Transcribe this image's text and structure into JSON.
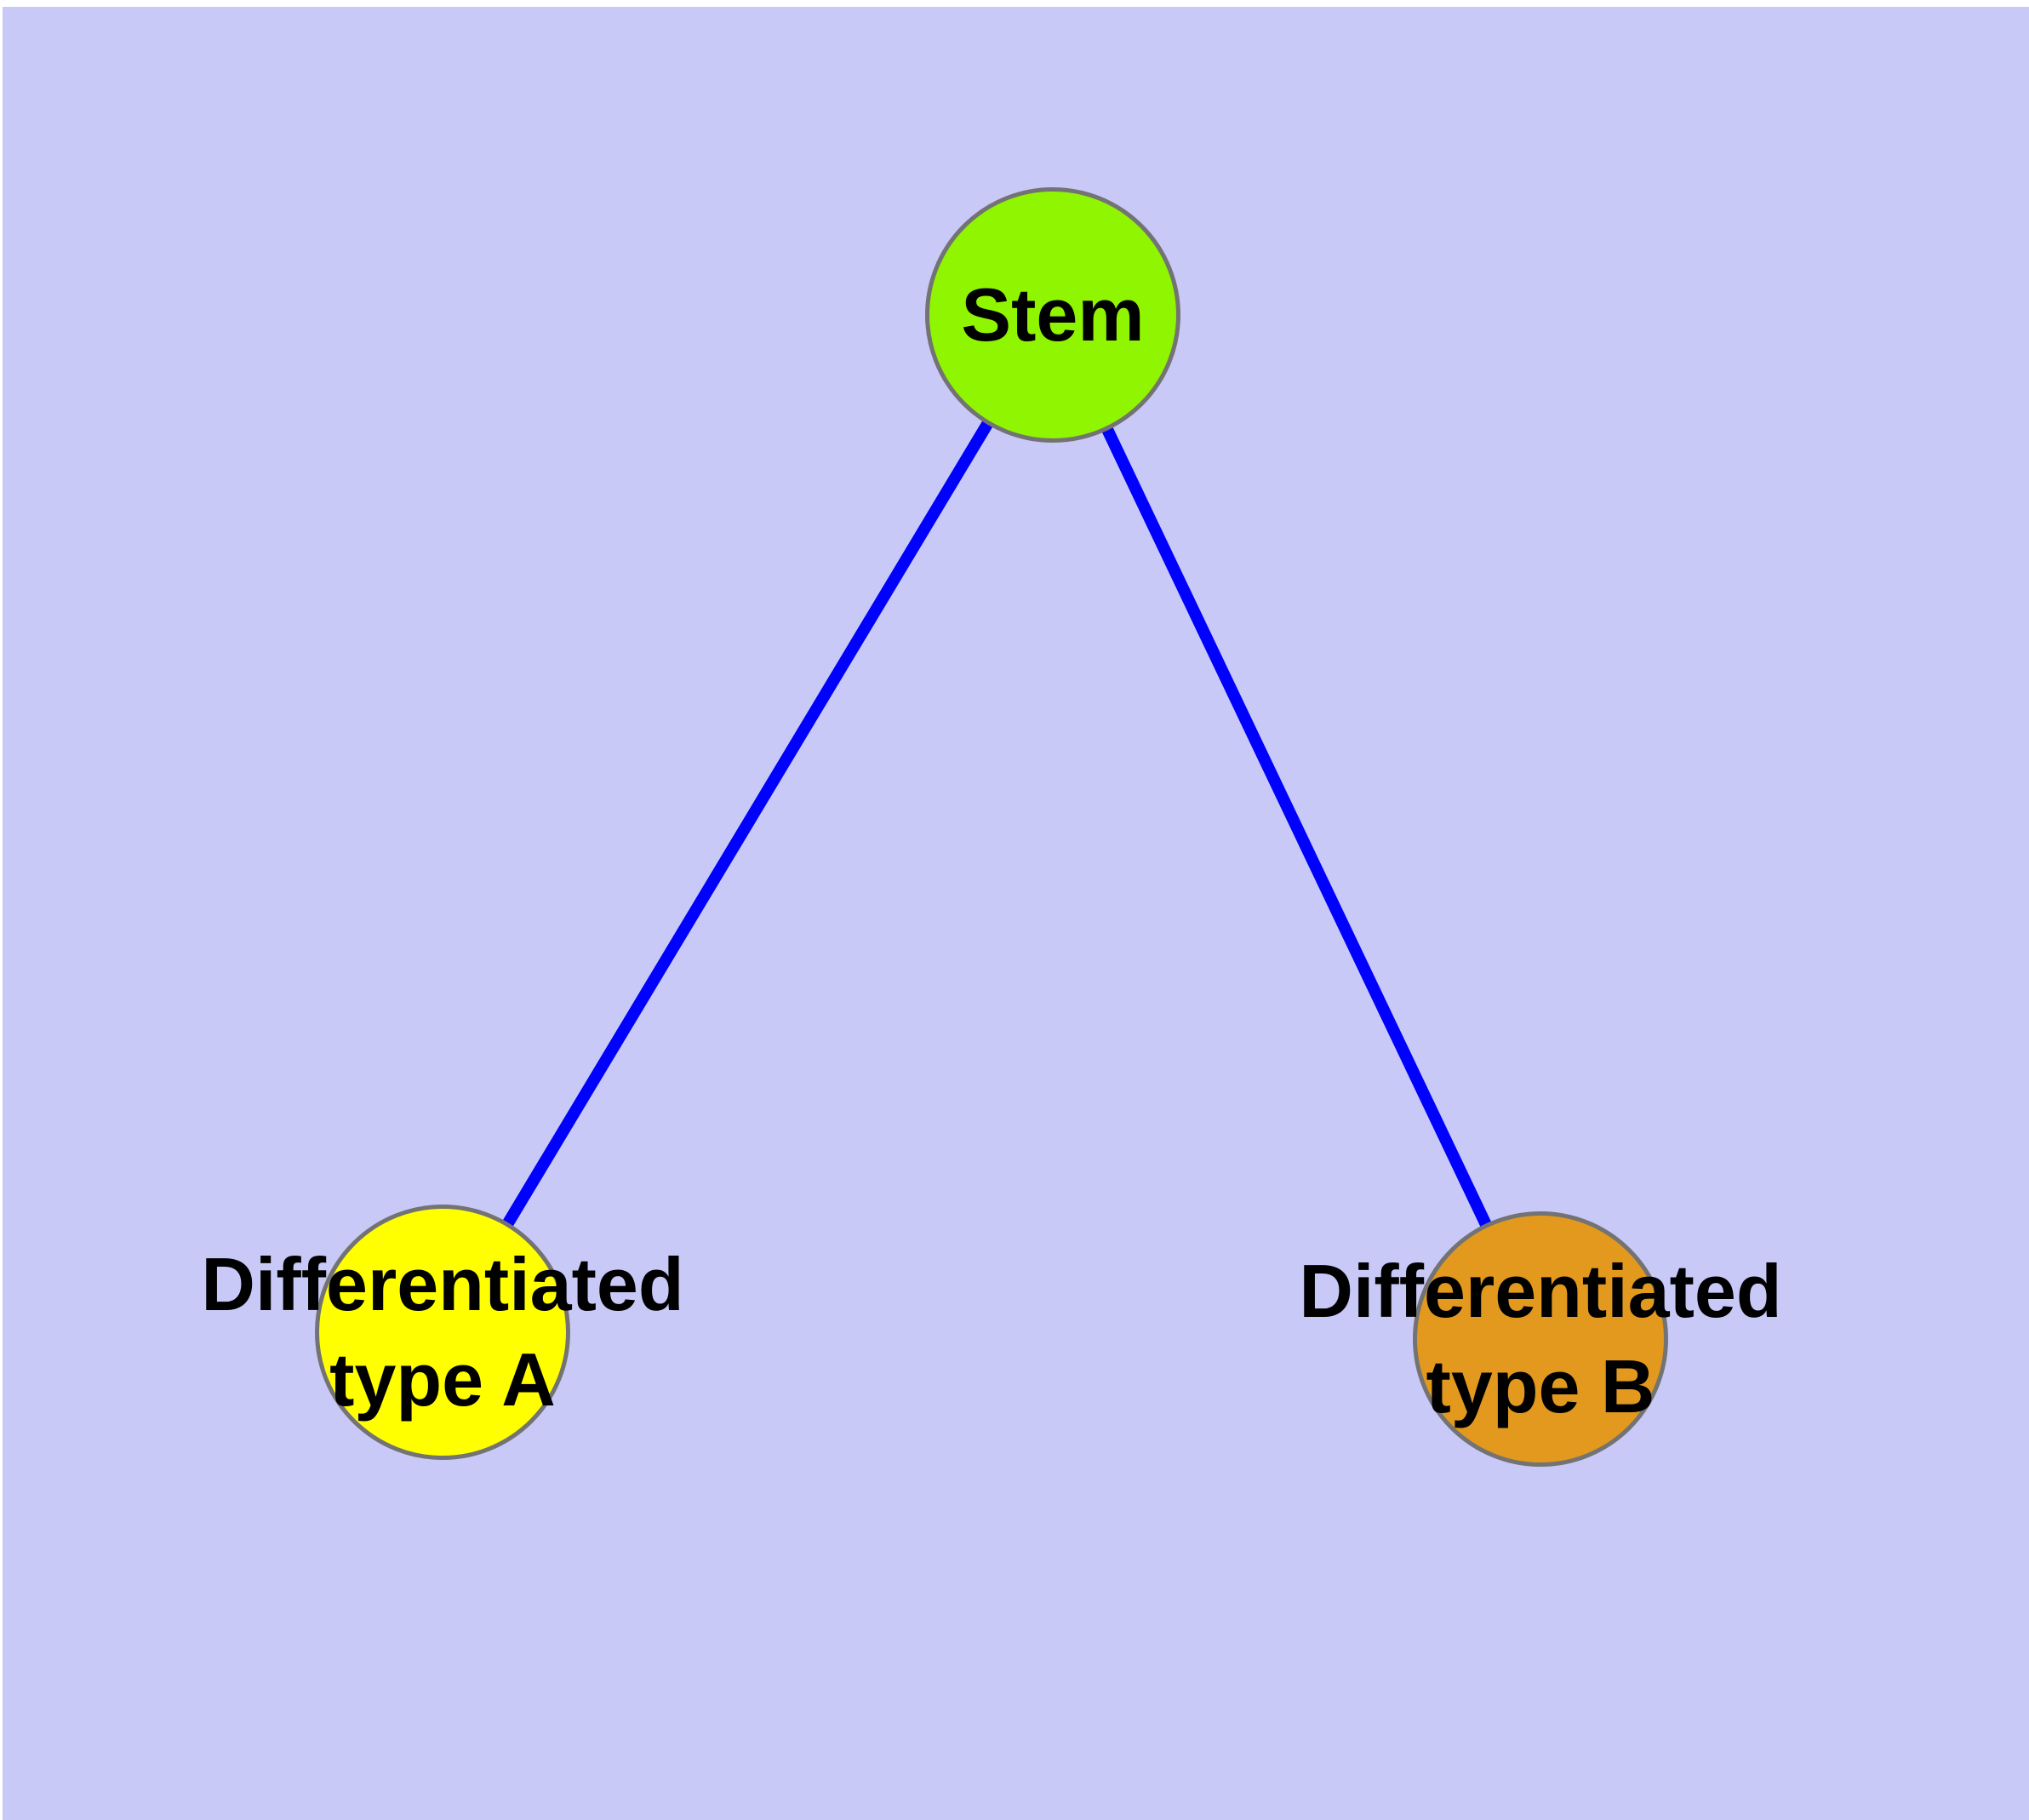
{
  "diagram": {
    "type": "graph",
    "background_color": "#C9C9F8",
    "page_margin_color": "#FFFFFF",
    "edge_color": "#0000FE",
    "node_border_color": "#737373",
    "label_color": "#000000",
    "nodes": [
      {
        "id": "stem",
        "label": "Stem",
        "fill": "#8FF500"
      },
      {
        "id": "type-a",
        "label": "Differentiated\ntype A",
        "fill": "#FFFF00"
      },
      {
        "id": "type-b",
        "label": "Differentiated\ntype B",
        "fill": "#E2991E"
      }
    ],
    "edges": [
      {
        "from": "stem",
        "to": "type-a"
      },
      {
        "from": "stem",
        "to": "type-b"
      }
    ]
  }
}
